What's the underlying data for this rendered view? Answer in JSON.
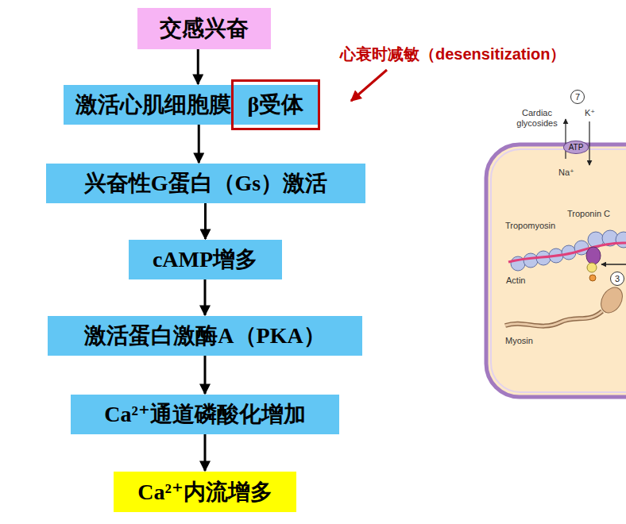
{
  "diagram": {
    "nodes": [
      {
        "text": [
          "交感兴奋"
        ]
      },
      {
        "text": [
          "激活心肌细胞膜"
        ]
      },
      {
        "text": [
          "β受体"
        ],
        "in": 1
      },
      {
        "text": [
          "兴奋性G蛋白（Gs）激活"
        ]
      },
      {
        "text": [
          "cAMP增多"
        ]
      },
      {
        "text": [
          "激活蛋白激酶A（PKA）"
        ]
      },
      {
        "text": [
          "Ca²⁺通道磷酸化增加"
        ]
      },
      {
        "text": [
          "Ca²⁺内流增多"
        ]
      },
      {
        "text": [
          "7"
        ]
      },
      {
        "text": [
          "ATP"
        ]
      },
      {
        "text": [
          "3"
        ]
      }
    ],
    "edges": [
      {
        "from": 0,
        "to": 1,
        "arrow": "to"
      },
      {
        "from": 1,
        "to": 3,
        "arrow": "to"
      },
      {
        "from": 3,
        "to": 4,
        "arrow": "to"
      },
      {
        "from": 4,
        "to": 5,
        "arrow": "to"
      },
      {
        "from": 5,
        "to": 6,
        "arrow": "to"
      },
      {
        "from": 6,
        "to": 7,
        "arrow": "to"
      }
    ],
    "labels": [
      "心衰时减敏（desensitization）",
      "Cardiac glycosides",
      "K⁺",
      "Na⁺",
      "Tropomyosin",
      "Troponin C",
      "Actin",
      "Myosin"
    ]
  }
}
